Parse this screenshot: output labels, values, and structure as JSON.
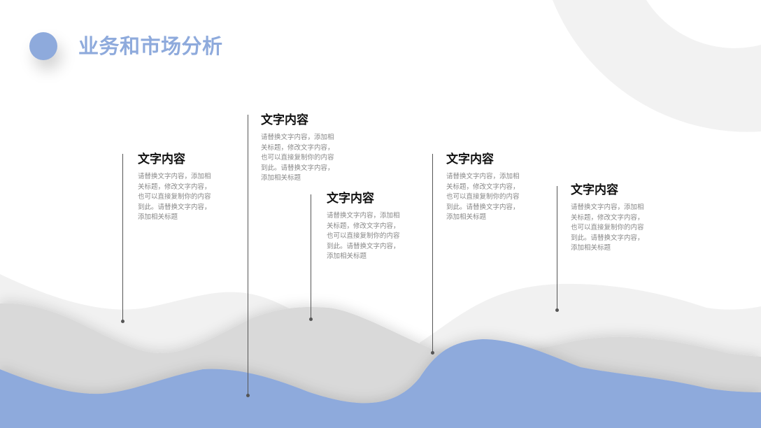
{
  "header": {
    "title": "业务和市场分析",
    "accent_color": "#8eaadc"
  },
  "items": [
    {
      "title": "文字内容",
      "body": "请替换文字内容，添加相关标题，修改文字内容，也可以直接复制你的内容到此。请替换文字内容，添加相关标题"
    },
    {
      "title": "文字内容",
      "body": "请替换文字内容，添加相关标题，修改文字内容，也可以直接复制你的内容到此。请替换文字内容，添加相关标题"
    },
    {
      "title": "文字内容",
      "body": "请替换文字内容，添加相关标题，修改文字内容，也可以直接复制你的内容到此。请替换文字内容，添加相关标题"
    },
    {
      "title": "文字内容",
      "body": "请替换文字内容，添加相关标题，修改文字内容，也可以直接复制你的内容到此。请替换文字内容，添加相关标题"
    },
    {
      "title": "文字内容",
      "body": "请替换文字内容，添加相关标题，修改文字内容，也可以直接复制你的内容到此。请替换文字内容，添加相关标题"
    }
  ],
  "colors": {
    "wave_light": "#f1f1f1",
    "wave_mid": "#d9d9d9",
    "wave_blue": "#8eaadc",
    "line": "#555555"
  }
}
